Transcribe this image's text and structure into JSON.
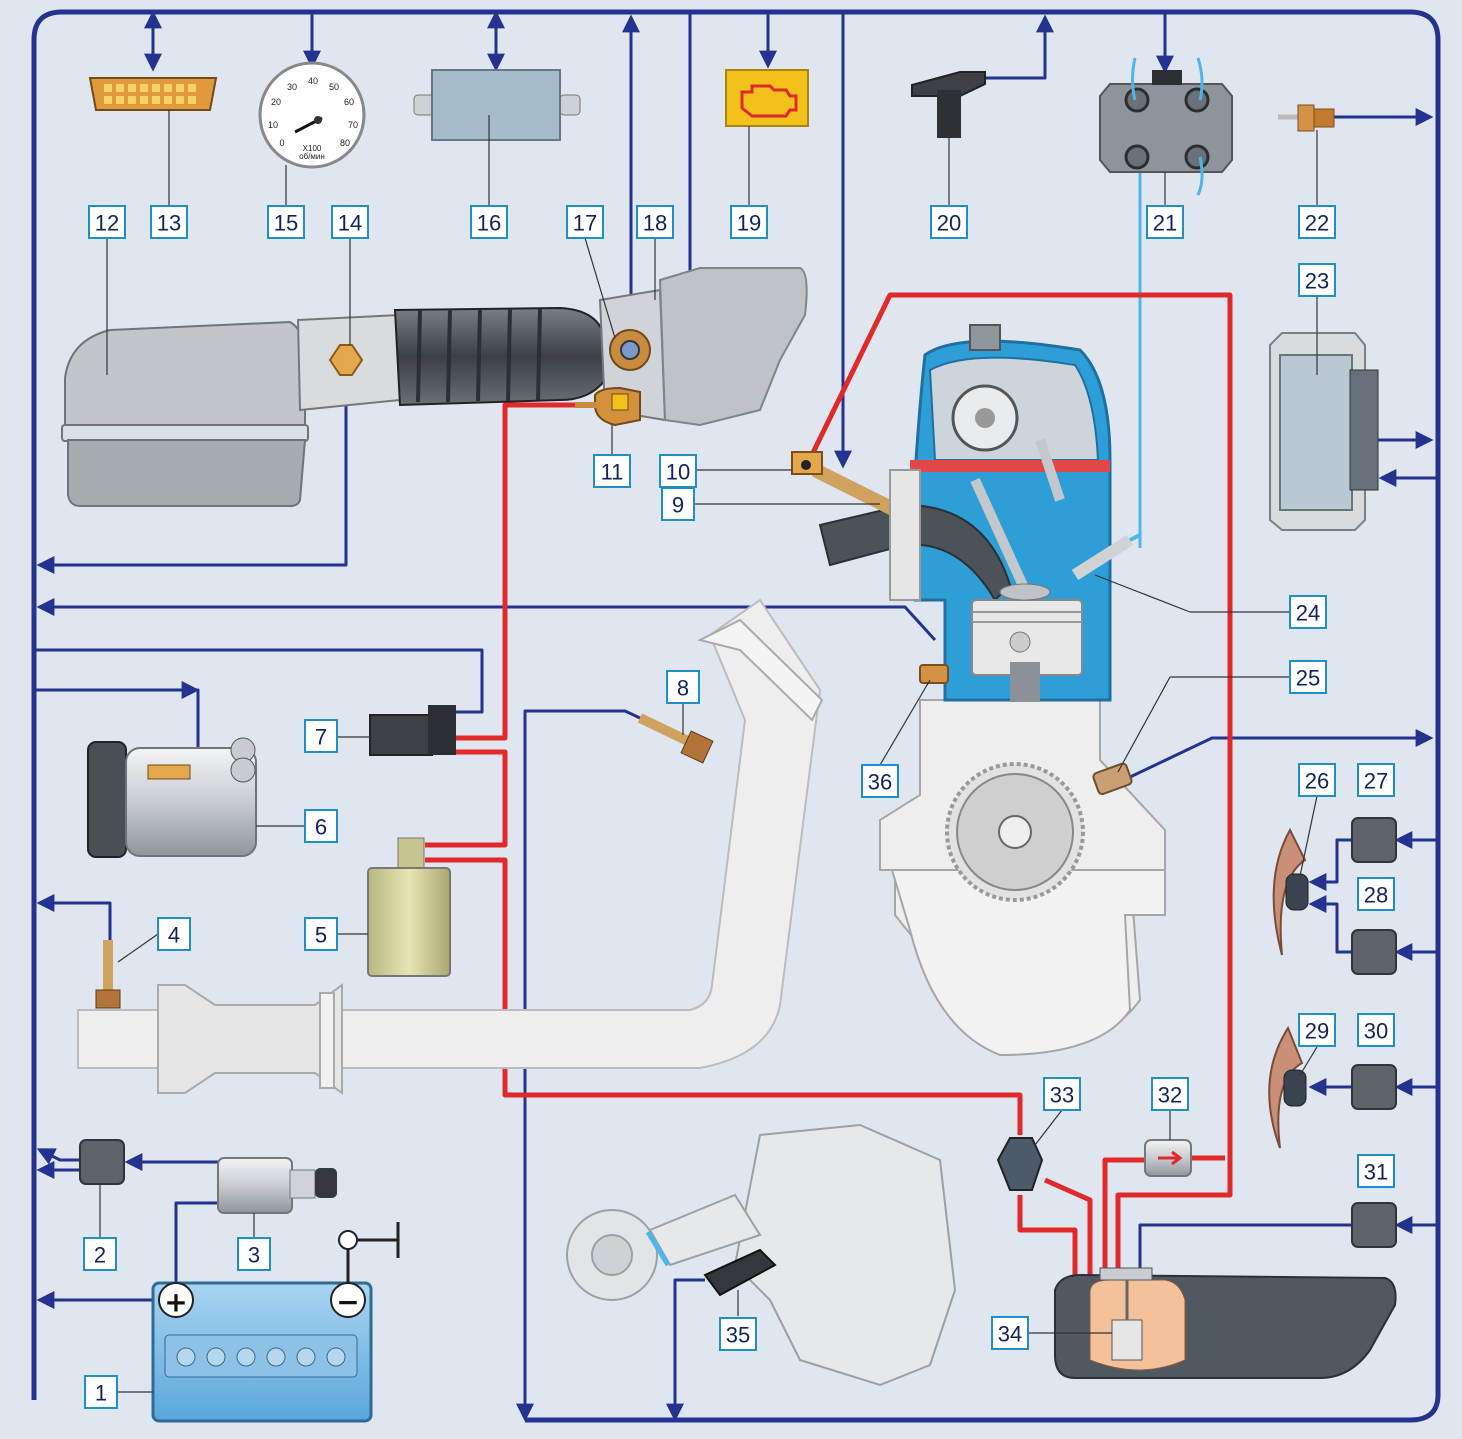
{
  "colors": {
    "background": "#dfe6f0",
    "signal_wire": "#23338f",
    "fuel_line": "#e02a2a",
    "label_border": "#1f8fc4",
    "coolant": "#2e9fd6",
    "check_engine": "#f2c11c"
  },
  "tachometer": {
    "scale": [
      "0",
      "10",
      "20",
      "30",
      "40",
      "50",
      "60",
      "70",
      "80"
    ],
    "unit_line1": "X100",
    "unit_line2": "об/мин"
  },
  "labels": {
    "l1": "1",
    "l2": "2",
    "l3": "3",
    "l4": "4",
    "l5": "5",
    "l6": "6",
    "l7": "7",
    "l8": "8",
    "l9": "9",
    "l10": "10",
    "l11": "11",
    "l12": "12",
    "l13": "13",
    "l14": "14",
    "l15": "15",
    "l16": "16",
    "l17": "17",
    "l18": "18",
    "l19": "19",
    "l20": "20",
    "l21": "21",
    "l22": "22",
    "l23": "23",
    "l24": "24",
    "l25": "25",
    "l26": "26",
    "l27": "27",
    "l28": "28",
    "l29": "29",
    "l30": "30",
    "l31": "31",
    "l32": "32",
    "l33": "33",
    "l34": "34",
    "l35": "35",
    "l36": "36"
  },
  "icons": {
    "battery_plus": "+",
    "battery_minus": "−"
  }
}
